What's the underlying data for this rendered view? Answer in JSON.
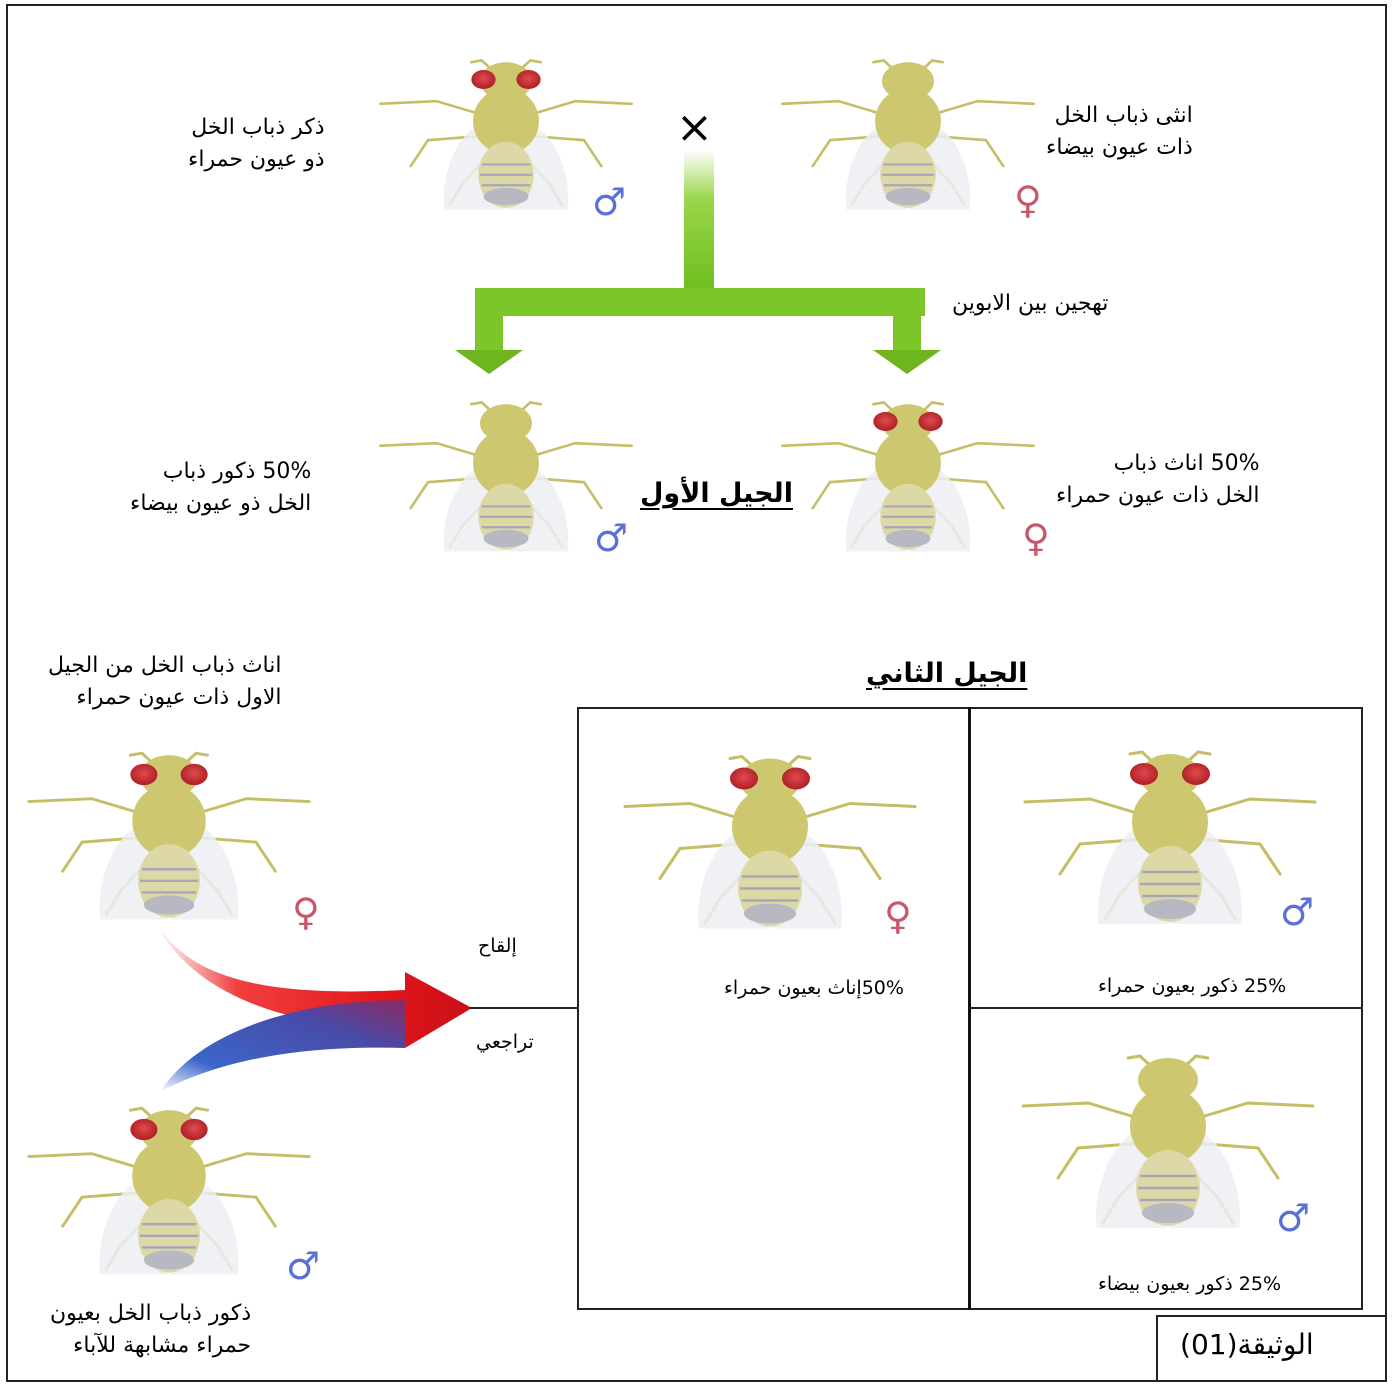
{
  "parents": {
    "male_label": [
      "ذكر ذباب الخل",
      "ذو عيون حمراء"
    ],
    "female_label": [
      "انثى ذباب الخل",
      "ذات عيون بيضاء"
    ],
    "cross_symbol": "×",
    "cross_caption": "تهجين بين الابوين"
  },
  "first_generation": {
    "title": "الجيل الأول",
    "male_label": [
      "50% ذكور ذباب",
      "الخل ذو عيون بيضاء"
    ],
    "female_label": [
      "50% اناث ذباب",
      "الخل ذات عيون حمراء"
    ]
  },
  "backcross": {
    "female_label": [
      "اناث ذباب الخل من الجيل",
      "الاول ذات عيون حمراء"
    ],
    "male_label": [
      "ذكور ذباب الخل  بعيون",
      "حمراء مشابهة للآباء"
    ],
    "arrow_label_top": "إلقاح",
    "arrow_label_bottom": "تراجعي"
  },
  "second_generation": {
    "title": "الجيل الثاني",
    "cells": [
      {
        "label": "50%إناث بعيون حمراء"
      },
      {
        "label": "25% ذكور بعيون حمراء"
      },
      {
        "label": "25%  ذكور بعيون بيضاء"
      }
    ]
  },
  "symbols": {
    "male": "♂",
    "female": "♀"
  },
  "document_label": "الوثيقة(01)",
  "colors": {
    "green_arrow": "#7cc62a",
    "red_arrow": "#e8262a",
    "blue_arrow": "#3a66c9",
    "fly_body": "#c9c46a",
    "fly_eye_red": "#c8282e",
    "male_symbol": "#5b6fd6",
    "female_symbol": "#c9566a"
  },
  "flies": [
    {
      "id": "parent-male",
      "eyes": "red",
      "sex": "male"
    },
    {
      "id": "parent-female",
      "eyes": "white",
      "sex": "female"
    },
    {
      "id": "f1-male",
      "eyes": "white",
      "sex": "male"
    },
    {
      "id": "f1-female",
      "eyes": "red",
      "sex": "female"
    },
    {
      "id": "backcross-female",
      "eyes": "red",
      "sex": "female"
    },
    {
      "id": "backcross-male",
      "eyes": "red",
      "sex": "male"
    },
    {
      "id": "f2-female-red",
      "eyes": "red",
      "sex": "female"
    },
    {
      "id": "f2-male-red",
      "eyes": "red",
      "sex": "male"
    },
    {
      "id": "f2-male-white",
      "eyes": "white",
      "sex": "male"
    }
  ]
}
